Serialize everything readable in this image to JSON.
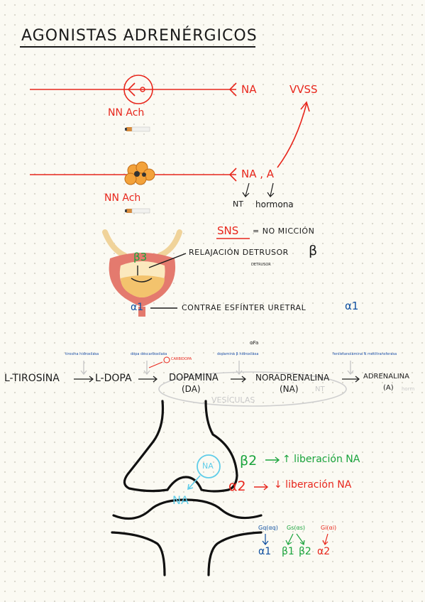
{
  "title": "AGONISTAS ADRENÉRGICOS",
  "pathway_top": {
    "receptor_label": "NN Ach",
    "release_label": "NA",
    "target_label": "VVSS"
  },
  "pathway_bottom": {
    "receptor_label": "NN Ach",
    "release_label": "NA , A",
    "nt_label": "NT",
    "hormone_label": "hormona"
  },
  "bladder": {
    "sns_label": "SNS",
    "sns_desc": "= NO MICCIÓN",
    "beta3": "β3",
    "relax_text": "RELAJACIÓN DETRUSOR",
    "beta_symbol": "β",
    "detrusor_small": "DETRUSOR",
    "alpha1": "α1",
    "contract_text": "CONTRAE ESFÍNTER URETRAL",
    "alpha1_end": "α1"
  },
  "synthesis": {
    "enzymes": {
      "tyrosine_hydroxylase": "tirosina hidroxilasa",
      "dopa_decarboxylase": "dopa descarboxilasa",
      "carbidopa": "CARBIDOPA",
      "dopamine_beta_hydroxylase": "dopamina β hidroxilasa",
      "pnmt": "feniletanolamina N metiltransferasa",
      "alpha_fa": "αFa"
    },
    "steps": {
      "tirosina": "L-TIROSINA",
      "dopa": "L-DOPA",
      "dopamina": "DOPAMINA",
      "dopamina_abbr": "(DA)",
      "noradrenalina": "NORADRENALINA",
      "noradrenalina_abbr": "(NA)",
      "nt": "NT",
      "adrenalina": "ADRENALINA",
      "adrenalina_abbr": "(A)",
      "horm": "horm"
    },
    "vesicle_label": "VESÍCULAS"
  },
  "synapse": {
    "vesicle_label": "NA",
    "cleft_label": "NA",
    "beta2": "β2",
    "beta2_effect": "↑ liberación NA",
    "alpha2": "α2",
    "alpha2_effect": "↓ liberación NA"
  },
  "gproteins": {
    "gq": "Gq(αq)",
    "gs": "Gs(αs)",
    "gi": "Gi(αi)",
    "a1": "α1",
    "b1": "β1",
    "b2": "β2",
    "a2": "α2"
  },
  "colors": {
    "red": "#e8261c",
    "green": "#18a33b",
    "blue": "#0e4fa0",
    "cyan": "#5fcde9",
    "grey": "#c9c9c9"
  }
}
